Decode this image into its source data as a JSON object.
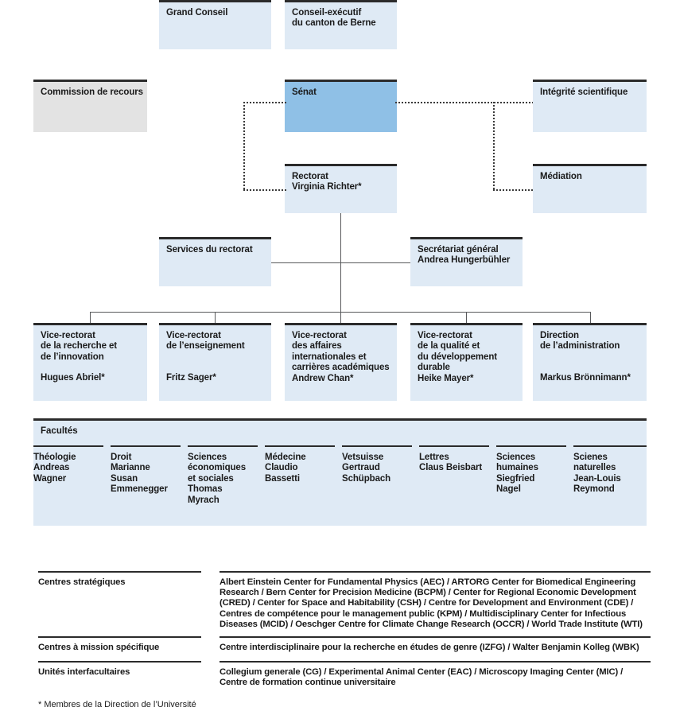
{
  "diagram": {
    "title": "Organigramme de l'Université de Berne",
    "colors": {
      "senate_fill": "#8fc0e6",
      "standard_fill": "#dfeaf5",
      "gray_fill": "#e3e3e3",
      "bar": "#2b2b2b",
      "connector": "#58595b"
    },
    "top_row": [
      {
        "name": "grand-conseil",
        "lines": [
          "Grand Conseil"
        ]
      },
      {
        "name": "conseil-executif",
        "lines": [
          "Conseil-exécutif",
          "du canton de Berne"
        ]
      }
    ],
    "commission": {
      "lines": [
        "Commission de recours"
      ]
    },
    "senate": {
      "lines": [
        "Sénat"
      ]
    },
    "rectorate": {
      "lines": [
        "Rectorat",
        "Virginia Richter*"
      ]
    },
    "right_column": [
      {
        "name": "integrite-scientifique",
        "lines": [
          "Intégrité scientifique"
        ]
      },
      {
        "name": "mediation",
        "lines": [
          "Médiation"
        ]
      }
    ],
    "support": [
      {
        "name": "services-du-rectorat",
        "lines": [
          "Services du rectorat"
        ]
      },
      {
        "name": "secretariat-general",
        "lines": [
          "Secrétariat général",
          "Andrea Hungerbühler"
        ]
      }
    ],
    "vice_rectorates": [
      {
        "name": "vice-rectorat-recherche-innovation",
        "lines": [
          "Vice-rectorat",
          "de la recherche et",
          "de l’innovation"
        ],
        "person": "Hugues Abriel*",
        "person_gap": true
      },
      {
        "name": "vice-rectorat-enseignement",
        "lines": [
          "Vice-rectorat",
          "de l’enseignement"
        ],
        "person": "Fritz Sager*",
        "person_gap": true
      },
      {
        "name": "vice-rectorat-affaires-internationales",
        "lines": [
          "Vice-rectorat",
          "des affaires",
          "internationales et",
          "carrières académiques"
        ],
        "person": "Andrew Chan*",
        "person_gap": false
      },
      {
        "name": "vice-rectorat-qualite-developpement-durable",
        "lines": [
          "Vice-rectorat",
          "de la qualité et",
          "du développement",
          "durable"
        ],
        "person": "Heike Mayer*",
        "person_gap": false
      },
      {
        "name": "direction-administration",
        "lines": [
          "Direction",
          "de l’administration"
        ],
        "person": "Markus Brönnimann*",
        "person_gap": true
      }
    ],
    "faculties": {
      "title": "Facultés",
      "items": [
        {
          "name": "faculte-theologie",
          "lines": [
            "Théologie",
            "Andreas",
            "Wagner"
          ]
        },
        {
          "name": "faculte-droit",
          "lines": [
            "Droit",
            "Marianne",
            "Susan",
            "Emmenegger"
          ]
        },
        {
          "name": "faculte-sciences-economiques-sociales",
          "lines": [
            "Sciences",
            "économiques",
            "et sociales",
            "Thomas",
            "Myrach"
          ]
        },
        {
          "name": "faculte-medecine",
          "lines": [
            "Médecine",
            "Claudio",
            "Bassetti"
          ]
        },
        {
          "name": "faculte-vetsuisse",
          "lines": [
            "Vetsuisse",
            "Gertraud",
            "Schüpbach"
          ]
        },
        {
          "name": "faculte-lettres",
          "lines": [
            "Lettres",
            "Claus Beisbart"
          ]
        },
        {
          "name": "faculte-sciences-humaines",
          "lines": [
            "Sciences",
            "humaines",
            "Siegfried",
            "Nagel"
          ]
        },
        {
          "name": "faculte-sciences-naturelles",
          "lines": [
            "Scienes",
            "naturelles",
            "Jean-Louis",
            "Reymond"
          ]
        }
      ]
    },
    "centre_rows": [
      {
        "name": "centres-strategiques",
        "label": "Centres stratégiques",
        "value_lines": [
          "Albert Einstein Center for Fundamental Physics (AEC) / ARTORG Center for Biomedical Engineering",
          "Research / Bern Center for Precision Medicine (BCPM) / Center for Regional Economic Development",
          "(CRED) / Center for Space and Habitability (CSH) / Centre for Development and Environment (CDE) /",
          "Centres de compétence pour le management public (KPM) /  Multidisciplinary Center for Infectious",
          "Diseases (MCID) / Oeschger Centre for Climate Change Research (OCCR) / World Trade Institute (WTI)"
        ]
      },
      {
        "name": "centres-mission-specifique",
        "label": "Centres à mission spécifique",
        "value_lines": [
          "Centre interdisciplinaire pour la recherche en études de genre (IZFG) / Walter Benjamin Kolleg (WBK)"
        ]
      },
      {
        "name": "unites-interfacultaires",
        "label": "Unités interfacultaires",
        "value_lines": [
          "Collegium generale (CG) / Experimental Animal Center (EAC) /  Microscopy Imaging Center (MIC) /",
          "Centre de formation continue universitaire"
        ]
      }
    ],
    "footnote": "* Membres de la Direction de l’Université"
  }
}
